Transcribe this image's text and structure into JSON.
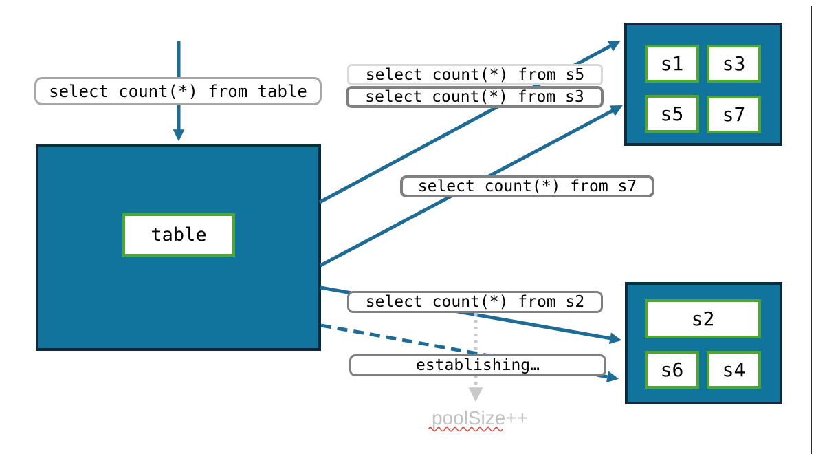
{
  "queries": {
    "table": "select count(*) from table",
    "s5": "select count(*) from s5",
    "s3": "select count(*) from s3",
    "s7": "select count(*) from s7",
    "s2": "select count(*) from s2"
  },
  "status": {
    "establishing": "establishing…",
    "pool_size": "poolSize++"
  },
  "main_table": {
    "label": "table"
  },
  "shard_pools": {
    "top": {
      "shards": [
        "s1",
        "s3",
        "s5",
        "s7"
      ]
    },
    "bottom": {
      "wide_shard": "s2",
      "shards": [
        "s6",
        "s4"
      ]
    }
  },
  "colors": {
    "pool_fill": "#11749C",
    "pool_border": "#0D2B3C",
    "shard_border": "#4EA72E",
    "arrow": "#1E6C96",
    "label_border": "#7F7F7F",
    "label_border_light": "#D9D9D9",
    "label_border_medium": "#A6A6A6",
    "dotted_arrow": "#C9C9C9",
    "muted_text": "#C1C1C1",
    "spellcheck_red": "#E0483E"
  }
}
